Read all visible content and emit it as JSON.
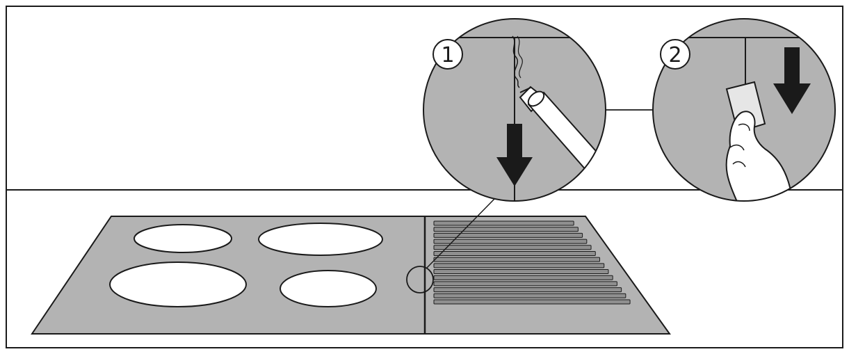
{
  "steps": [
    {
      "number": "1",
      "action": "apply-sealant-along-joint"
    },
    {
      "number": "2",
      "action": "smooth-sealant-downward"
    }
  ],
  "hob": {
    "left_zone": "ceramic-cooktop-with-four-burners",
    "right_zone": "grill-with-horizontal-slats",
    "burner_count": 4,
    "slat_count": 14
  },
  "colors": {
    "line": "#1a1a1a",
    "surface_gray": "#b3b3b3",
    "slat_gray": "#8f8f8f",
    "background": "#ffffff",
    "burner_fill": "#ffffff"
  },
  "icons": [
    "sealant-cartridge-icon",
    "finger-with-smoothing-tool-icon",
    "down-arrow-icon",
    "zoom-circle-icon"
  ]
}
